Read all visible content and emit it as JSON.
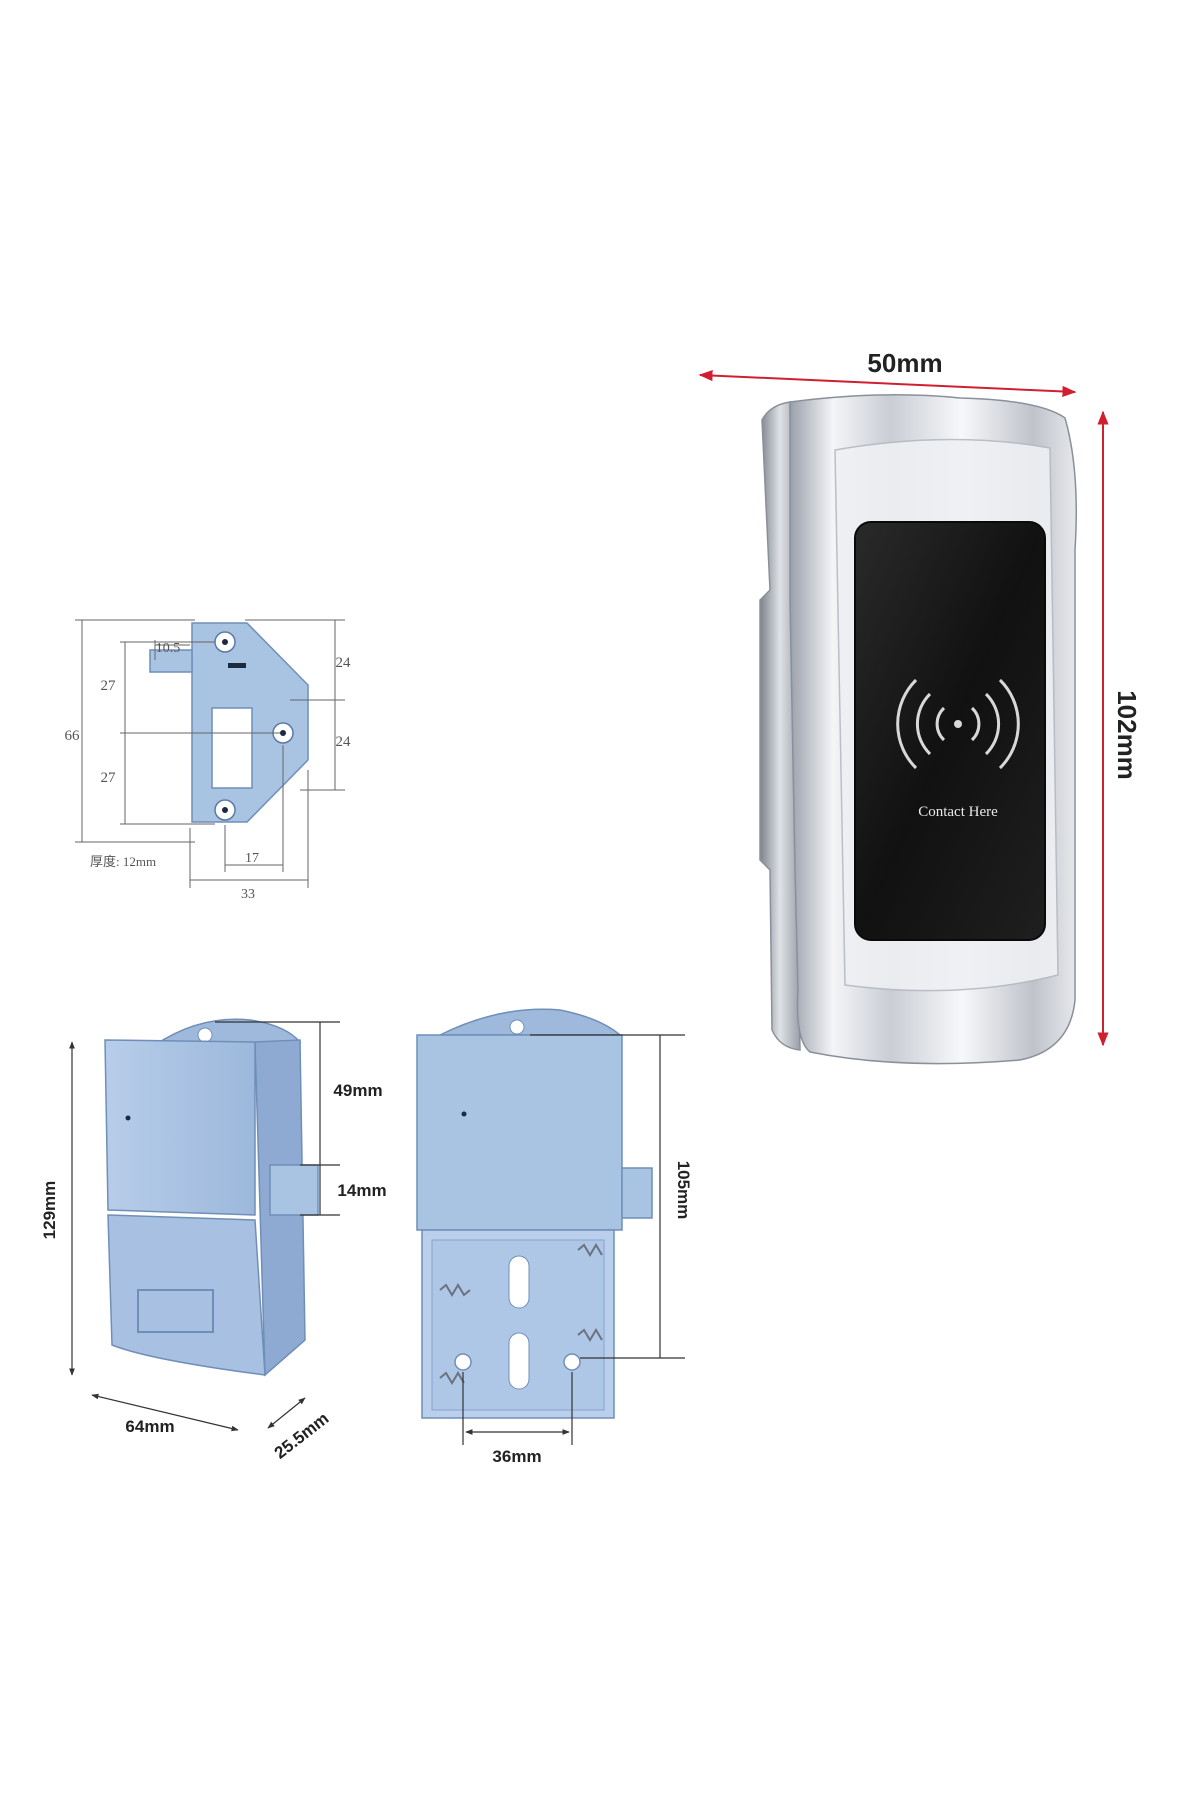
{
  "front_panel": {
    "width_label": "50mm",
    "height_label": "102mm",
    "screen_text": "Contact Here"
  },
  "strike_plate": {
    "label_10_5": "10.5",
    "label_27_top": "27",
    "label_27_bottom": "27",
    "label_66": "66",
    "label_24_top": "24",
    "label_24_bottom": "24",
    "thickness": "厚度: 12mm",
    "label_17": "17",
    "label_33": "33"
  },
  "lock_body": {
    "label_49": "49mm",
    "label_14": "14mm",
    "label_129": "129mm",
    "label_64": "64mm",
    "label_25_5": "25.5mm"
  },
  "lock_back": {
    "label_105": "105mm",
    "label_36": "36mm"
  },
  "colors": {
    "dimension_arrow": "#d02030",
    "plastic_blue": "#a9c3e3",
    "chrome": "#d9dce2",
    "screen": "#151515"
  }
}
